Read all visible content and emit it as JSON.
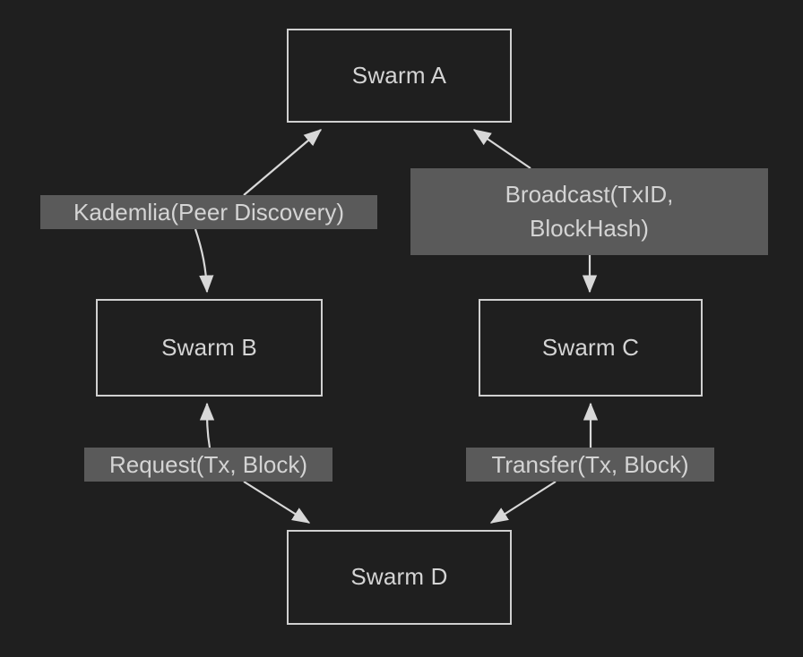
{
  "diagram": {
    "type": "network-graph",
    "background_color": "#1f1f1f",
    "node_border_color": "#d0d0d0",
    "node_fill_color": "#1f1f1f",
    "text_color": "#d4d4d4",
    "label_background_color": "#5a5a5a",
    "edge_color": "#d8d8d8",
    "nodes": [
      {
        "id": "swarm-a",
        "label": "Swarm A"
      },
      {
        "id": "swarm-b",
        "label": "Swarm B"
      },
      {
        "id": "swarm-c",
        "label": "Swarm C"
      },
      {
        "id": "swarm-d",
        "label": "Swarm D"
      }
    ],
    "edges": [
      {
        "id": "kademlia",
        "from": "swarm-a",
        "to": "swarm-b",
        "direction": "bidirectional",
        "label": "Kademlia(Peer Discovery)"
      },
      {
        "id": "broadcast",
        "from": "swarm-a",
        "to": "swarm-c",
        "direction": "bidirectional",
        "label": "Broadcast(TxID, BlockHash)",
        "label_line_1": "Broadcast(TxID,",
        "label_line_2": "BlockHash)"
      },
      {
        "id": "request",
        "from": "swarm-d",
        "to": "swarm-b",
        "direction": "bidirectional",
        "label": "Request(Tx, Block)"
      },
      {
        "id": "transfer",
        "from": "swarm-c",
        "to": "swarm-d",
        "direction": "bidirectional",
        "label": "Transfer(Tx, Block)"
      }
    ]
  }
}
